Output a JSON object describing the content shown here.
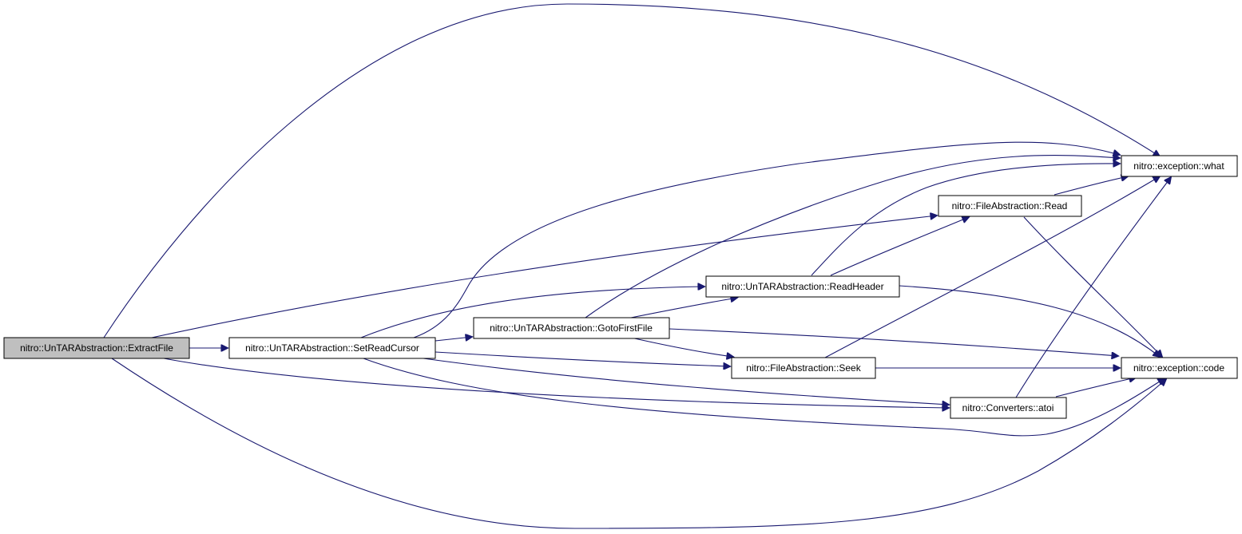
{
  "graph": {
    "nodes": {
      "extract_file": "nitro::UnTARAbstraction::ExtractFile",
      "set_read_cursor": "nitro::UnTARAbstraction::SetReadCursor",
      "goto_first_file": "nitro::UnTARAbstraction::GotoFirstFile",
      "read_header": "nitro::UnTARAbstraction::ReadHeader",
      "file_read": "nitro::FileAbstraction::Read",
      "file_seek": "nitro::FileAbstraction::Seek",
      "converters_atoi": "nitro::Converters::atoi",
      "exception_what": "nitro::exception::what",
      "exception_code": "nitro::exception::code"
    },
    "colors": {
      "edge": "#191970",
      "root_fill": "#bfbfbf",
      "node_fill": "#ffffff",
      "node_border": "#000000"
    }
  }
}
